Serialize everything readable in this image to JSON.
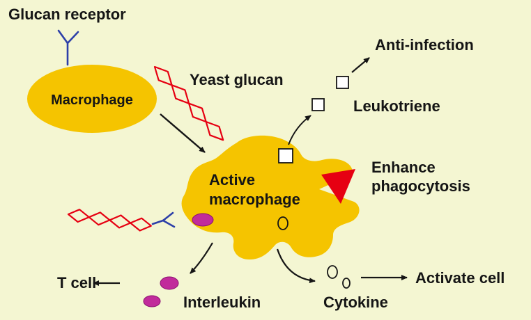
{
  "colors": {
    "background": "#f4f6d2",
    "cell_yellow": "#f5c400",
    "glucan_red": "#e60012",
    "receptor_blue": "#2c3fa8",
    "vesicle_magenta": "#c12b9b",
    "line_black": "#151515",
    "square_white": "#ffffff"
  },
  "labels": {
    "glucan_receptor": "Glucan receptor",
    "macrophage": "Macrophage",
    "yeast_glucan": "Yeast glucan",
    "active_macrophage_line1": "Active",
    "active_macrophage_line2": "macrophage",
    "anti_infection": "Anti-infection",
    "leukotriene": "Leukotriene",
    "enhance_line1": "Enhance",
    "enhance_line2": "phagocytosis",
    "t_cell": "T cell",
    "interleukin": "Interleukin",
    "cytokine": "Cytokine",
    "activate_cell": "Activate cell"
  }
}
